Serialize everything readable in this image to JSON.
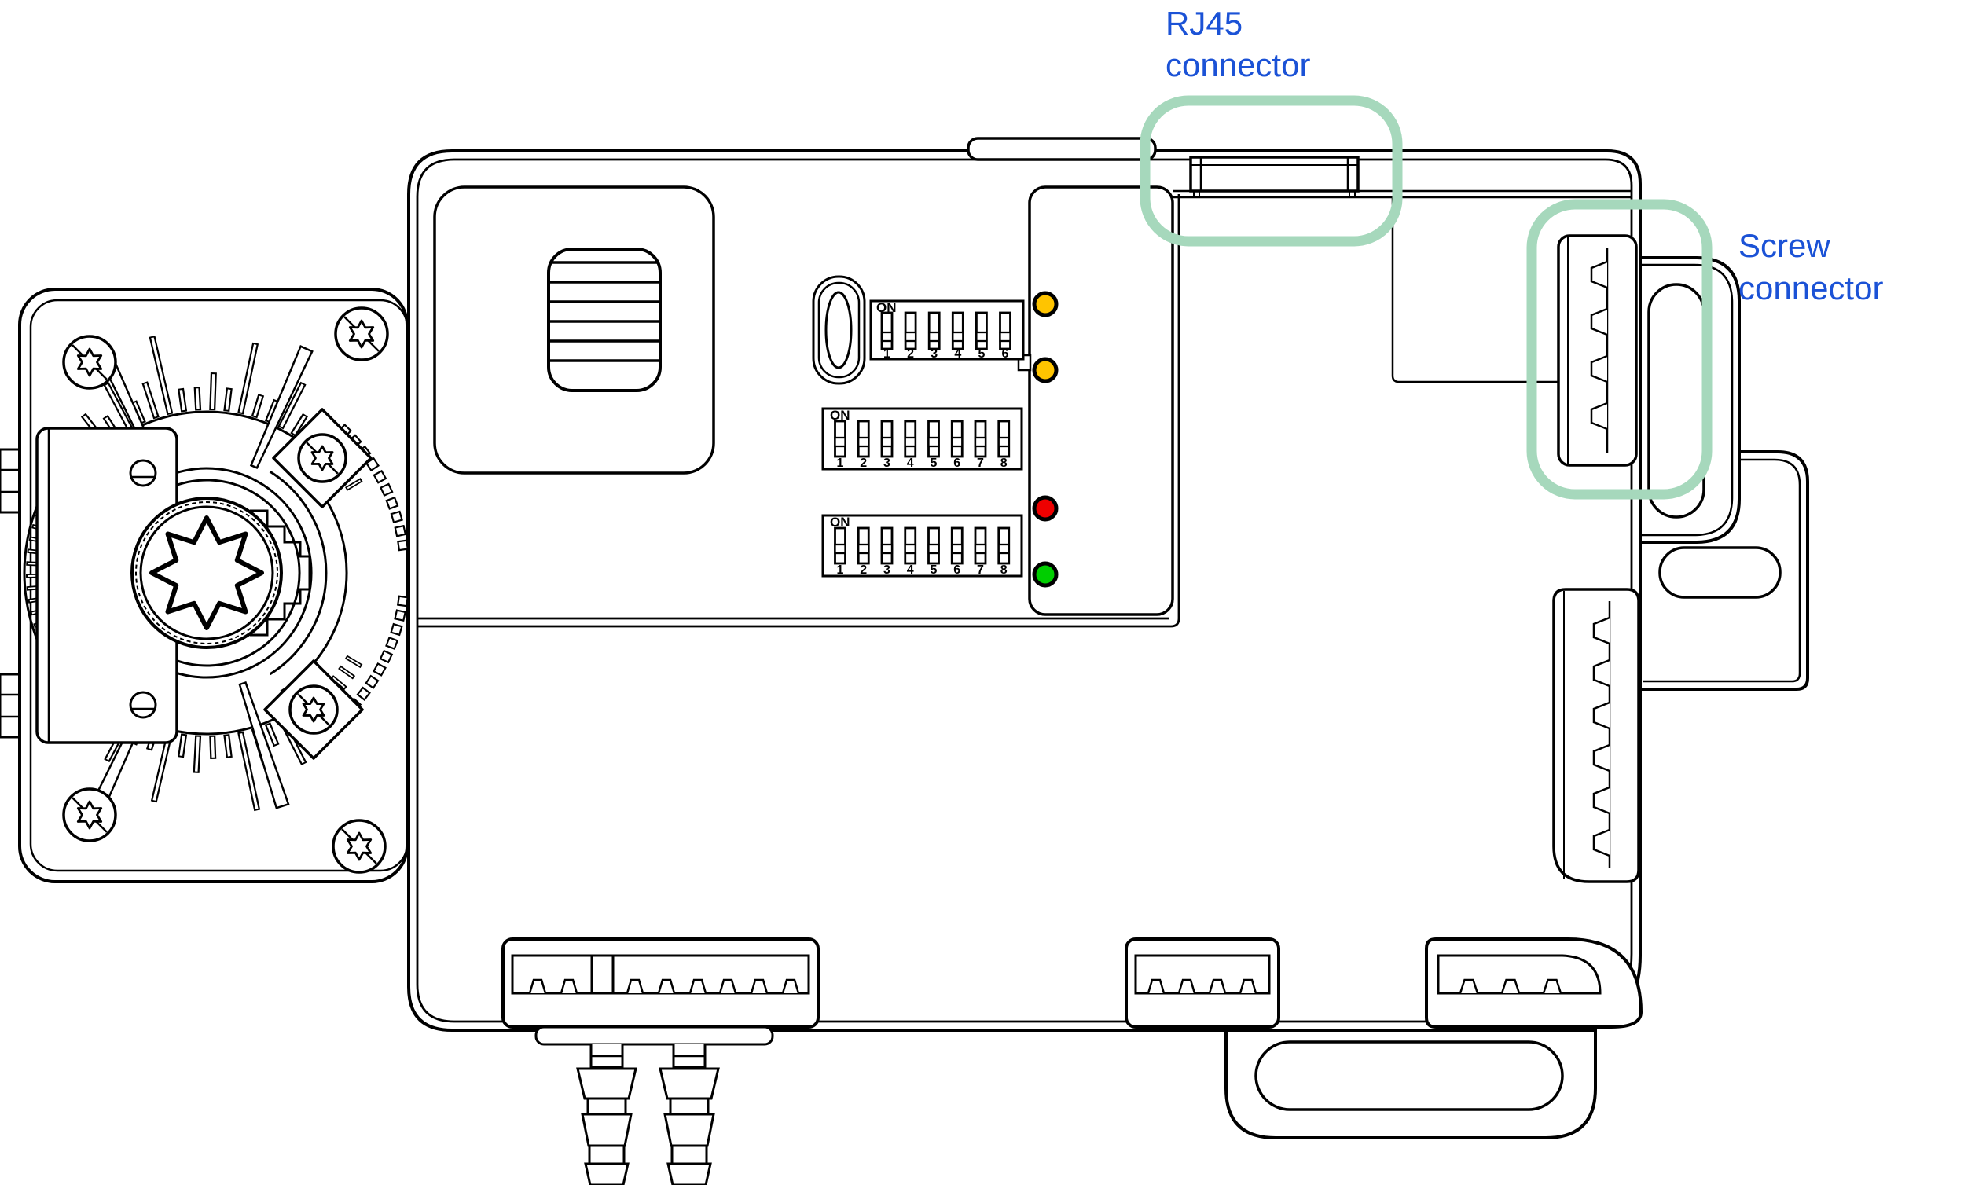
{
  "annotations": {
    "label_color": "#1B52D6",
    "highlight_color": "#A6D8BC",
    "rj45": {
      "lines": [
        "RJ45",
        "connector"
      ]
    },
    "screw": {
      "lines": [
        "Screw",
        "connector"
      ]
    }
  },
  "dip_switches": {
    "on_label": "ON",
    "blocks": [
      {
        "positions": [
          "1",
          "2",
          "3",
          "4",
          "5",
          "6"
        ]
      },
      {
        "positions": [
          "1",
          "2",
          "3",
          "4",
          "5",
          "6",
          "7",
          "8"
        ]
      },
      {
        "positions": [
          "1",
          "2",
          "3",
          "4",
          "5",
          "6",
          "7",
          "8"
        ]
      }
    ]
  },
  "leds": [
    {
      "name": "led-yellow-1",
      "color": "#FFC400"
    },
    {
      "name": "led-yellow-2",
      "color": "#FFC400"
    },
    {
      "name": "led-red",
      "color": "#EE0000"
    },
    {
      "name": "led-green",
      "color": "#00CE00"
    }
  ],
  "line_color": "#000000",
  "background": "#FFFFFF"
}
